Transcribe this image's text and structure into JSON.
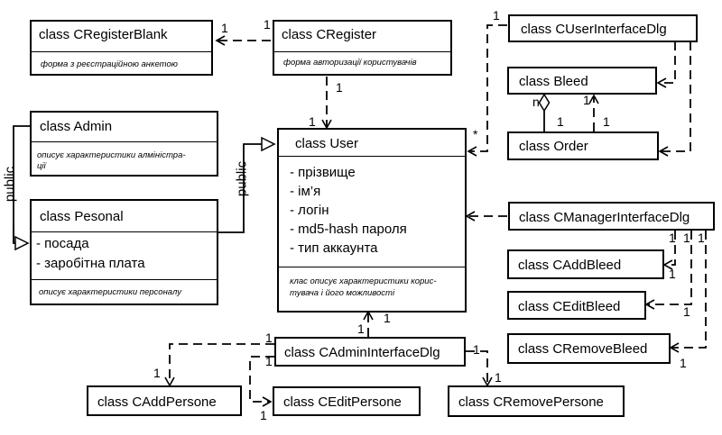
{
  "classes": {
    "cregisterblank": {
      "title": "class CRegisterBlank",
      "note": "форма з реєстраційною анкетою"
    },
    "cregister": {
      "title": "class CRegister",
      "note": "форма авторизації користувачів"
    },
    "cuserinterfacedlg": {
      "title": "class CUserInterfaceDlg"
    },
    "bleed": {
      "title": "class Bleed"
    },
    "order": {
      "title": "class Order"
    },
    "admin": {
      "title": "class Admin",
      "note": [
        "описує характеристики алміністра-",
        "ції"
      ]
    },
    "user": {
      "title": "class User",
      "attributes": [
        "- прізвище",
        "- ім’я",
        "- логін",
        "- md5-hash пароля",
        "- тип аккаунта"
      ],
      "note": [
        "клас описує характеристики корис-",
        "тувача і його можливості"
      ]
    },
    "pesonal": {
      "title": "class Pesonal",
      "attributes": [
        "- посада",
        "- заробітна плата"
      ],
      "note": "описує характеристики персоналу"
    },
    "cmanagerinterfacedlg": {
      "title": "class CManagerInterfaceDlg"
    },
    "caddbleed": {
      "title": "class CAddBleed"
    },
    "ceditbleed": {
      "title": "class CEditBleed"
    },
    "cremovebleed": {
      "title": "class CRemoveBleed"
    },
    "cadmininterfacedlg": {
      "title": "class CAdminInterfaceDlg"
    },
    "caddpersone": {
      "title": "class CAddPersone"
    },
    "ceditpersone": {
      "title": "class CEditPersone"
    },
    "cremovepersone": {
      "title": "class CRemovePersone"
    }
  },
  "labels": {
    "public_admin": "public",
    "public_pesonal": "public",
    "one": "1",
    "star": "*",
    "n": "n"
  }
}
